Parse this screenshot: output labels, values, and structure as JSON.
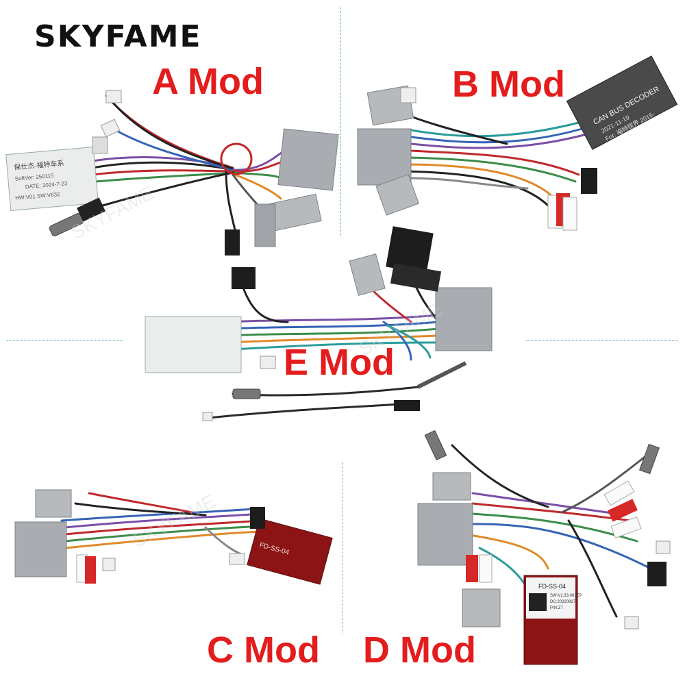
{
  "brand": "SKYFAME",
  "watermark": "SKYFAME",
  "mods": {
    "a": {
      "label": "A Mod",
      "box_line1": "保仕杰-福特车系",
      "box_line2": "SoftVer: 250115",
      "box_line3": "DATE: 2024-7-23",
      "box_line4": "HW:V01    SW:V632"
    },
    "b": {
      "label": "B Mod",
      "box_line1": "CAN BUS DECODER",
      "box_line2": "2021-11-19",
      "box_line3": "For: 福特锐界 2015-"
    },
    "e": {
      "label": "E Mod"
    },
    "c": {
      "label": "C Mod",
      "box_line1": "FD-SS-04"
    },
    "d": {
      "label": "D Mod",
      "box_line1": "FD-SS-04",
      "box_line2": "SW:V1.33.001EP",
      "box_line3": "DC:20220917",
      "box_line4": "P/N:ZT"
    }
  },
  "colors": {
    "accent": "#e31d1d",
    "divider": "#4aa6c8",
    "connector_grey": "#a9adb1",
    "box_white": "#e9ebea",
    "box_red": "#8c1414"
  }
}
